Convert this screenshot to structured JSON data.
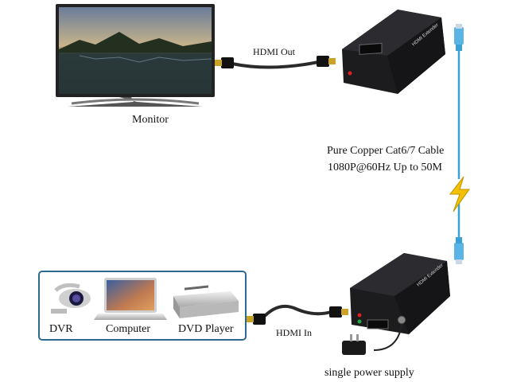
{
  "labels": {
    "monitor": "Monitor",
    "hdmi_out": "HDMI Out",
    "hdmi_in": "HDMI In",
    "cable_line1": "Pure Copper Cat6/7 Cable",
    "cable_line2": "1080P@60Hz Up to 50M",
    "dvr": "DVR",
    "computer": "Computer",
    "dvd_player": "DVD Player",
    "power_supply": "single power supply",
    "device_text": "HDMI Extender"
  },
  "colors": {
    "device_body": "#1c1c1e",
    "cable": "#2a2a2a",
    "hdmi_gold": "#c9a227",
    "lan_cable": "#3aa0d8",
    "lightning": "#f2c200",
    "source_frame": "#2d6a8e",
    "led_red": "#e02020",
    "led_green": "#22aa44"
  },
  "icons": [
    "monitor-icon",
    "hdmi-cable-icon",
    "extender-device-icon",
    "rj45-plug-icon",
    "lightning-icon",
    "dvr-camera-icon",
    "laptop-icon",
    "dvd-player-icon",
    "power-adapter-icon"
  ]
}
